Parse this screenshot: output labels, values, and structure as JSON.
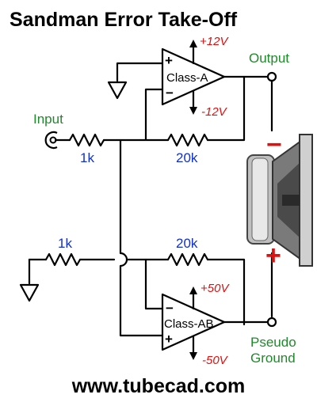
{
  "title": "Sandman Error Take-Off",
  "labels": {
    "input": "Input",
    "output": "Output",
    "pseudo_ground_line1": "Pseudo",
    "pseudo_ground_line2": "Ground"
  },
  "amp_a": {
    "name": "Class-A",
    "vpos": "+12V",
    "vneg": "-12V",
    "in_plus": "+",
    "in_minus": "−"
  },
  "amp_ab": {
    "name": "Class-AB",
    "vpos": "+50V",
    "vneg": "-50V",
    "in_plus": "+",
    "in_minus": "−"
  },
  "resistors": {
    "r_input": "1k",
    "r_feedback_top": "20k",
    "r_ground": "1k",
    "r_feedback_bottom": "20k"
  },
  "speaker": {
    "neg_mark": "−",
    "pos_mark": "+"
  },
  "footer": "www.tubecad.com",
  "colors": {
    "green": "#1f8a2a",
    "blue": "#1030d0",
    "red": "#e01010"
  }
}
